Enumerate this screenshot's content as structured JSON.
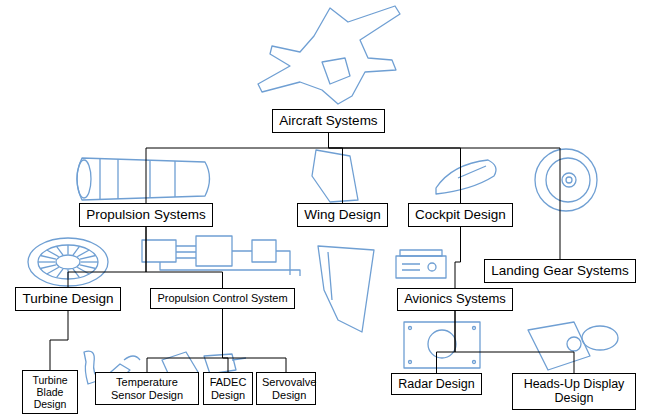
{
  "diagram": {
    "nodes": [
      {
        "text": [
          "Aircraft Systems"
        ]
      },
      {
        "text": [
          "Propulsion Systems"
        ]
      },
      {
        "text": [
          "Wing Design"
        ]
      },
      {
        "text": [
          "Cockpit Design"
        ]
      },
      {
        "text": [
          "Landing Gear Systems"
        ]
      },
      {
        "text": [
          "Turbine Design"
        ]
      },
      {
        "text": [
          "Propulsion Control System"
        ]
      },
      {
        "text": [
          "Avionics Systems"
        ]
      },
      {
        "text": [
          "Turbine Blade Design"
        ]
      },
      {
        "text": [
          "Temperature Sensor Design"
        ]
      },
      {
        "text": [
          "FADEC Design"
        ]
      },
      {
        "text": [
          "Servovalve Design"
        ]
      },
      {
        "text": [
          "Radar Design"
        ]
      },
      {
        "text": [
          "Heads-Up Display Design"
        ]
      }
    ],
    "edges": [
      {
        "from": 0,
        "to": 1,
        "arrow": "none"
      },
      {
        "from": 0,
        "to": 2,
        "arrow": "none"
      },
      {
        "from": 0,
        "to": 3,
        "arrow": "none"
      },
      {
        "from": 0,
        "to": 4,
        "arrow": "none"
      },
      {
        "from": 1,
        "to": 5,
        "arrow": "none"
      },
      {
        "from": 1,
        "to": 6,
        "arrow": "none"
      },
      {
        "from": 3,
        "to": 7,
        "arrow": "none"
      },
      {
        "from": 5,
        "to": 8,
        "arrow": "none"
      },
      {
        "from": 6,
        "to": 9,
        "arrow": "none"
      },
      {
        "from": 6,
        "to": 10,
        "arrow": "none"
      },
      {
        "from": 6,
        "to": 11,
        "arrow": "none"
      },
      {
        "from": 7,
        "to": 12,
        "arrow": "none"
      },
      {
        "from": 7,
        "to": 13,
        "arrow": "none"
      }
    ]
  }
}
